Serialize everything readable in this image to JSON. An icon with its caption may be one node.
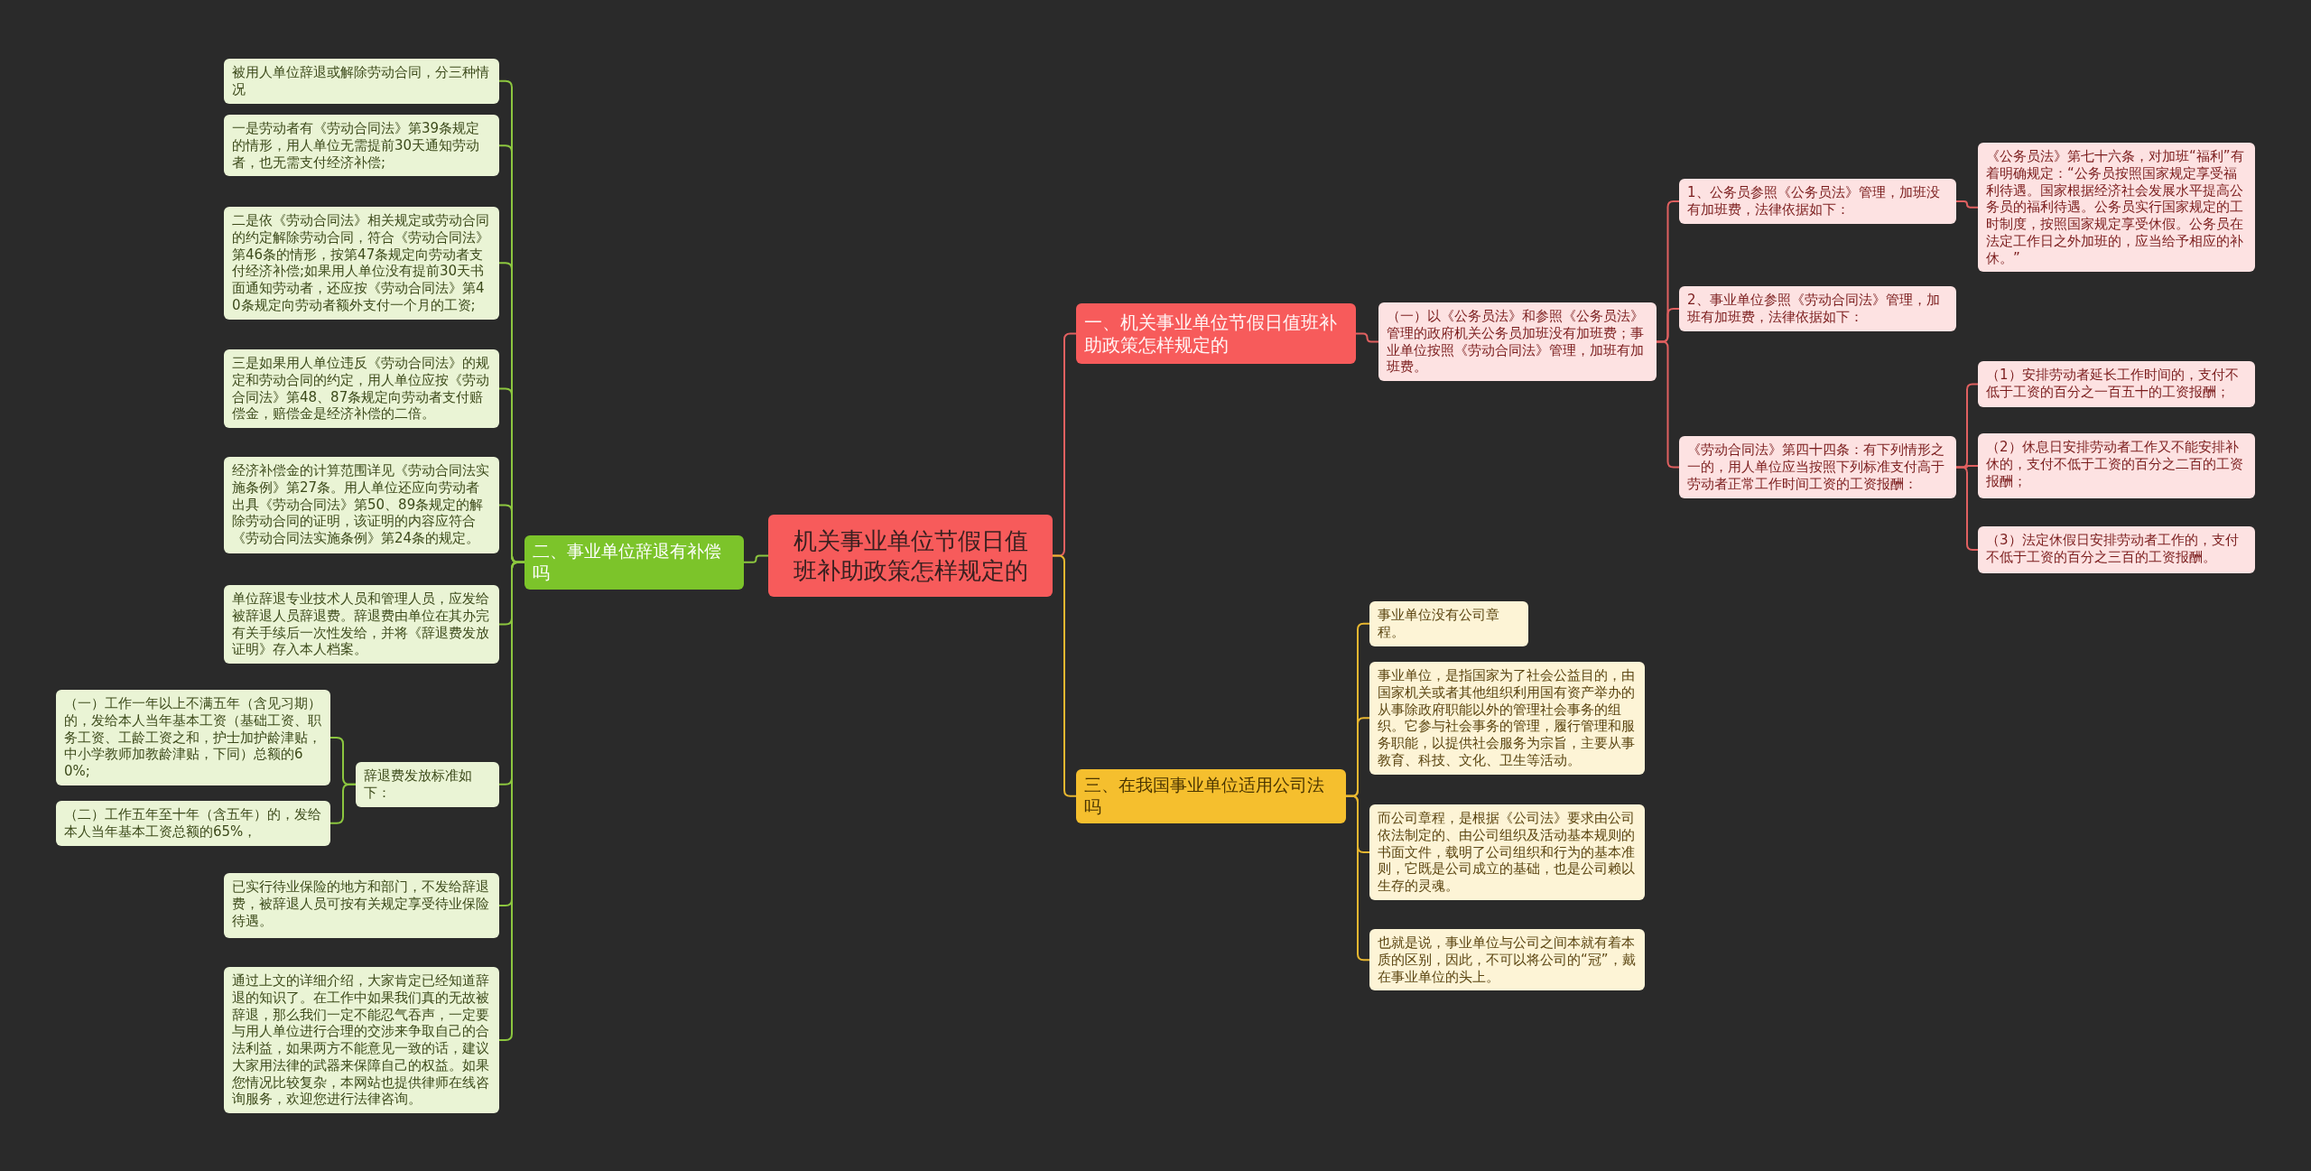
{
  "diagram": {
    "nodes": [
      {
        "text": [
          "机关事业单位节假日值班补助政策怎样规定的"
        ]
      },
      {
        "text": [
          "一、机关事业单位节假日值班补助政策怎样规定的"
        ]
      },
      {
        "text": [
          "（一）以《公务员法》和参照《公务员法》管理的政府机关公务员加班没有加班费；事业单位按照《劳动合同法》管理，加班有加班费。"
        ]
      },
      {
        "text": [
          "1、公务员参照《公务员法》管理，加班没有加班费，法律依据如下："
        ]
      },
      {
        "text": [
          "《公务员法》第七十六条，对加班“福利”有着明确规定：“公务员按照国家规定享受福利待遇。国家根据经济社会发展水平提高公务员的福利待遇。公务员实行国家规定的工时制度，按照国家规定享受休假。公务员在法定工作日之外加班的，应当给予相应的补休。”"
        ]
      },
      {
        "text": [
          "2、事业单位参照《劳动合同法》管理，加班有加班费，法律依据如下："
        ]
      },
      {
        "text": [
          "《劳动合同法》第四十四条：有下列情形之一的，用人单位应当按照下列标准支付高于劳动者正常工作时间工资的工资报酬："
        ]
      },
      {
        "text": [
          "（1）安排劳动者延长工作时间的，支付不低于工资的百分之一百五十的工资报酬；"
        ]
      },
      {
        "text": [
          "（2）休息日安排劳动者工作又不能安排补休的，支付不低于工资的百分之二百的工资报酬；"
        ]
      },
      {
        "text": [
          "（3）法定休假日安排劳动者工作的，支付不低于工资的百分之三百的工资报酬。"
        ]
      },
      {
        "text": [
          "二、事业单位辞退有补偿吗"
        ]
      },
      {
        "text": [
          "被用人单位辞退或解除劳动合同，分三种情况"
        ]
      },
      {
        "text": [
          "一是劳动者有《劳动合同法》第39条规定的情形，用人单位无需提前30天通知劳动者，也无需支付经济补偿;"
        ]
      },
      {
        "text": [
          "二是依《劳动合同法》相关规定或劳动合同的约定解除劳动合同，符合《劳动合同法》第46条的情形，按第47条规定向劳动者支付经济补偿;如果用人单位没有提前30天书面通知劳动者，还应按《劳动合同法》第40条规定向劳动者额外支付一个月的工资;"
        ]
      },
      {
        "text": [
          "三是如果用人单位违反《劳动合同法》的规定和劳动合同的约定，用人单位应按《劳动合同法》第48、87条规定向劳动者支付赔偿金，赔偿金是经济补偿的二倍。"
        ]
      },
      {
        "text": [
          "经济补偿金的计算范围详见《劳动合同法实施条例》第27条。用人单位还应向劳动者出具《劳动合同法》第50、89条规定的解除劳动合同的证明，该证明的内容应符合《劳动合同法实施条例》第24条的规定。"
        ]
      },
      {
        "text": [
          "单位辞退专业技术人员和管理人员，应发给被辞退人员辞退费。辞退费由单位在其办完有关手续后一次性发给，并将《辞退费发放证明》存入本人档案。"
        ]
      },
      {
        "text": [
          "辞退费发放标准如下："
        ]
      },
      {
        "text": [
          "（一）工作一年以上不满五年（含见习期）的，发给本人当年基本工资（基础工资、职务工资、工龄工资之和，护士加护龄津贴，中小学教师加教龄津贴，下同）总额的60%;"
        ]
      },
      {
        "text": [
          "（二）工作五年至十年（含五年）的，发给本人当年基本工资总额的65%，"
        ]
      },
      {
        "text": [
          "已实行待业保险的地方和部门，不发给辞退费，被辞退人员可按有关规定享受待业保险待遇。"
        ]
      },
      {
        "text": [
          "通过上文的详细介绍，大家肯定已经知道辞退的知识了。在工作中如果我们真的无故被辞退，那么我们一定不能忍气吞声，一定要与用人单位进行合理的交涉来争取自己的合法利益，如果两方不能意见一致的话，建议大家用法律的武器来保障自己的权益。如果您情况比较复杂，本网站也提供律师在线咨询服务，欢迎您进行法律咨询。"
        ]
      },
      {
        "text": [
          "三、在我国事业单位适用公司法吗"
        ]
      },
      {
        "text": [
          "事业单位没有公司章程。"
        ]
      },
      {
        "text": [
          "事业单位，是指国家为了社会公益目的，由国家机关或者其他组织利用国有资产举办的从事除政府职能以外的管理社会事务的组织。它参与社会事务的管理，履行管理和服务职能，以提供社会服务为宗旨，主要从事教育、科技、文化、卫生等活动。"
        ]
      },
      {
        "text": [
          "而公司章程，是根据《公司法》要求由公司依法制定的、由公司组织及活动基本规则的书面文件，载明了公司组织和行为的基本准则，它既是公司成立的基础，也是公司赖以生存的灵魂。"
        ]
      },
      {
        "text": [
          "也就是说，事业单位与公司之间本就有着本质的区别，因此，不可以将公司的“冠”，戴在事业单位的头上。"
        ]
      }
    ],
    "edges": [
      {
        "from": 0,
        "to": 1,
        "arrow": "none",
        "color": "#e06060"
      },
      {
        "from": 1,
        "to": 2,
        "arrow": "none",
        "color": "#e06060"
      },
      {
        "from": 2,
        "to": 3,
        "arrow": "none",
        "color": "#e06060"
      },
      {
        "from": 3,
        "to": 4,
        "arrow": "none",
        "color": "#e06060"
      },
      {
        "from": 2,
        "to": 5,
        "arrow": "none",
        "color": "#e06060"
      },
      {
        "from": 2,
        "to": 6,
        "arrow": "none",
        "color": "#e06060"
      },
      {
        "from": 6,
        "to": 7,
        "arrow": "none",
        "color": "#e06060"
      },
      {
        "from": 6,
        "to": 8,
        "arrow": "none",
        "color": "#e06060"
      },
      {
        "from": 6,
        "to": 9,
        "arrow": "none",
        "color": "#e06060"
      },
      {
        "from": 0,
        "to": 10,
        "arrow": "none"
      },
      {
        "from": 10,
        "to": 11,
        "arrow": "none"
      },
      {
        "from": 10,
        "to": 12,
        "arrow": "none"
      },
      {
        "from": 10,
        "to": 13,
        "arrow": "none"
      },
      {
        "from": 10,
        "to": 14,
        "arrow": "none"
      },
      {
        "from": 10,
        "to": 15,
        "arrow": "none"
      },
      {
        "from": 10,
        "to": 16,
        "arrow": "none"
      },
      {
        "from": 10,
        "to": 17,
        "arrow": "none"
      },
      {
        "from": 17,
        "to": 18,
        "arrow": "none"
      },
      {
        "from": 17,
        "to": 19,
        "arrow": "none"
      },
      {
        "from": 10,
        "to": 20,
        "arrow": "none"
      },
      {
        "from": 10,
        "to": 21,
        "arrow": "none"
      },
      {
        "from": 0,
        "to": 22,
        "arrow": "none",
        "color": "#e8b730"
      },
      {
        "from": 22,
        "to": 23,
        "arrow": "none",
        "color": "#e8b730"
      },
      {
        "from": 22,
        "to": 24,
        "arrow": "none",
        "color": "#e8b730"
      },
      {
        "from": 22,
        "to": 25,
        "arrow": "none",
        "color": "#e8b730"
      },
      {
        "from": 22,
        "to": 26,
        "arrow": "none",
        "color": "#e8b730"
      }
    ]
  }
}
